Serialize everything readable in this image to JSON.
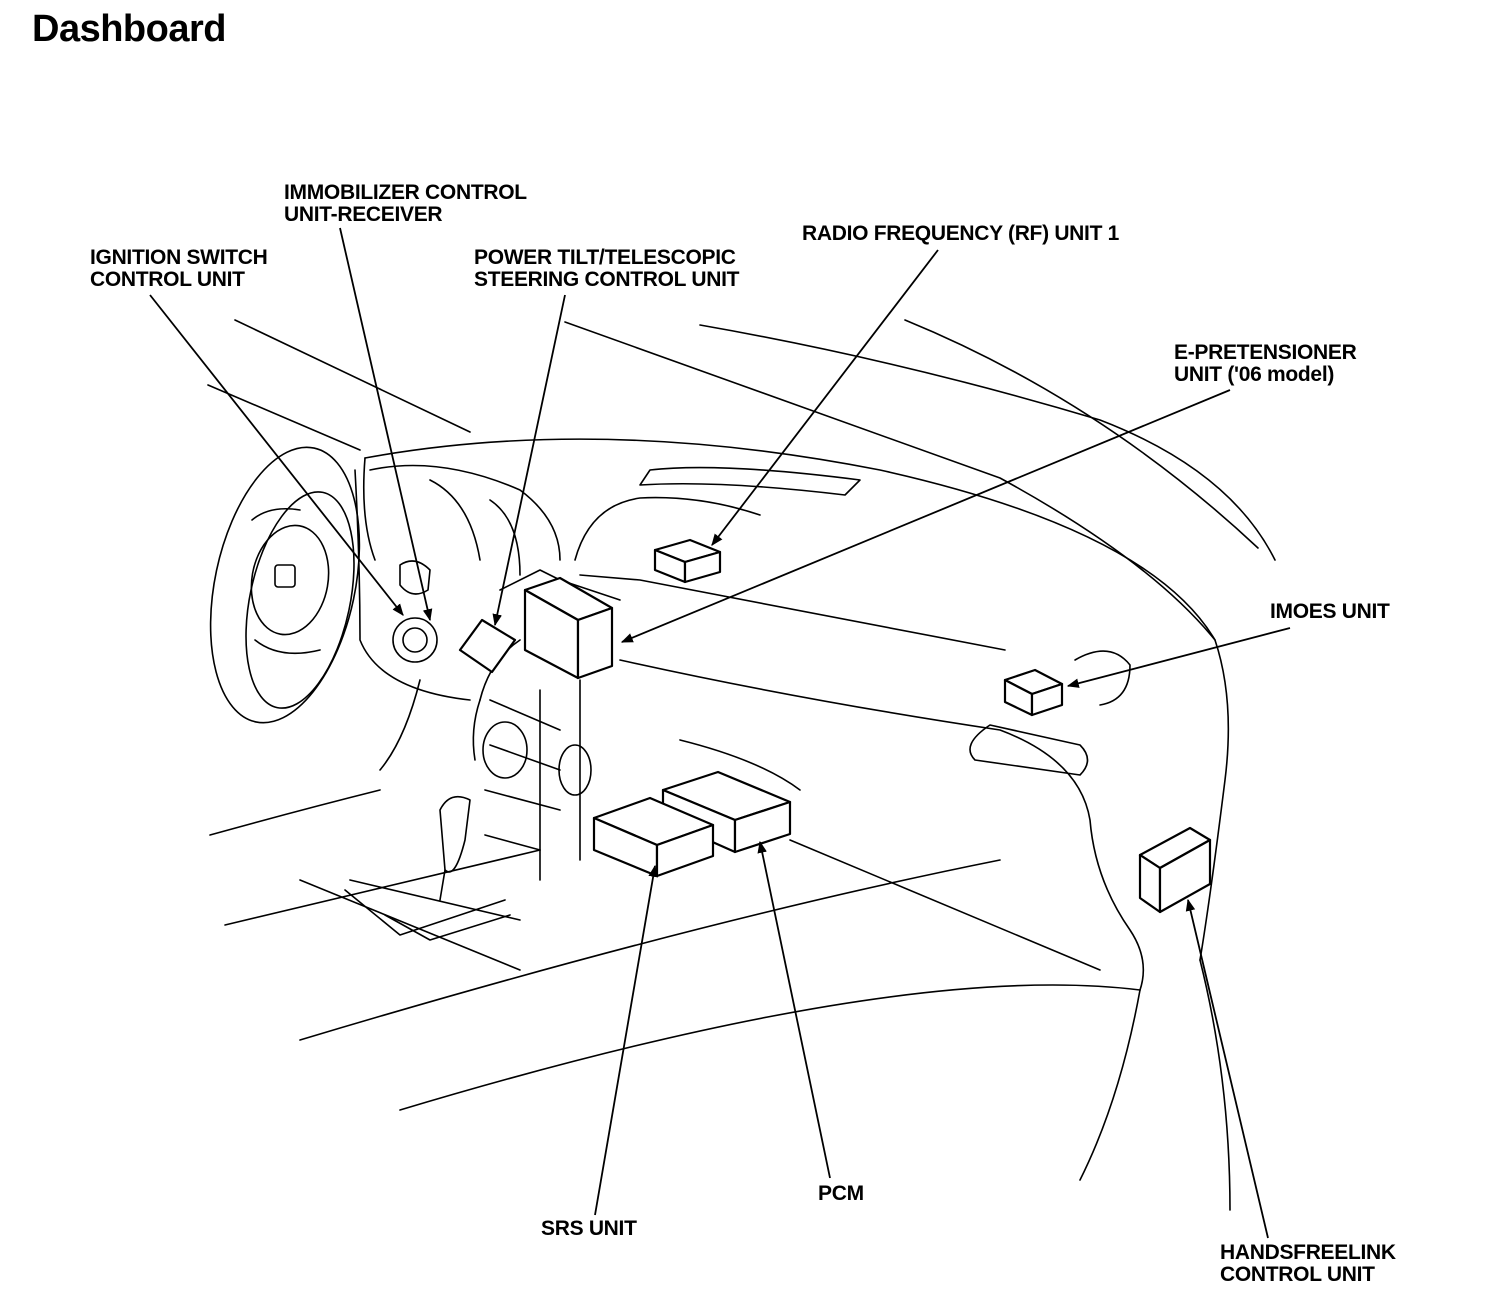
{
  "title": "Dashboard",
  "labels": {
    "ignition_switch": [
      "IGNITION SWITCH",
      "CONTROL UNIT"
    ],
    "immobilizer": [
      "IMMOBILIZER CONTROL",
      "UNIT-RECEIVER"
    ],
    "power_tilt": [
      "POWER TILT/TELESCOPIC",
      "STEERING CONTROL UNIT"
    ],
    "rf_unit": [
      "RADIO FREQUENCY (RF) UNIT 1"
    ],
    "e_pretensioner": [
      "E-PRETENSIONER",
      "UNIT ('06 model)"
    ],
    "imoes": [
      "IMOES UNIT"
    ],
    "srs": [
      "SRS UNIT"
    ],
    "pcm": [
      "PCM"
    ],
    "handsfreelink": [
      "HANDSFREELINK",
      "CONTROL UNIT"
    ]
  }
}
